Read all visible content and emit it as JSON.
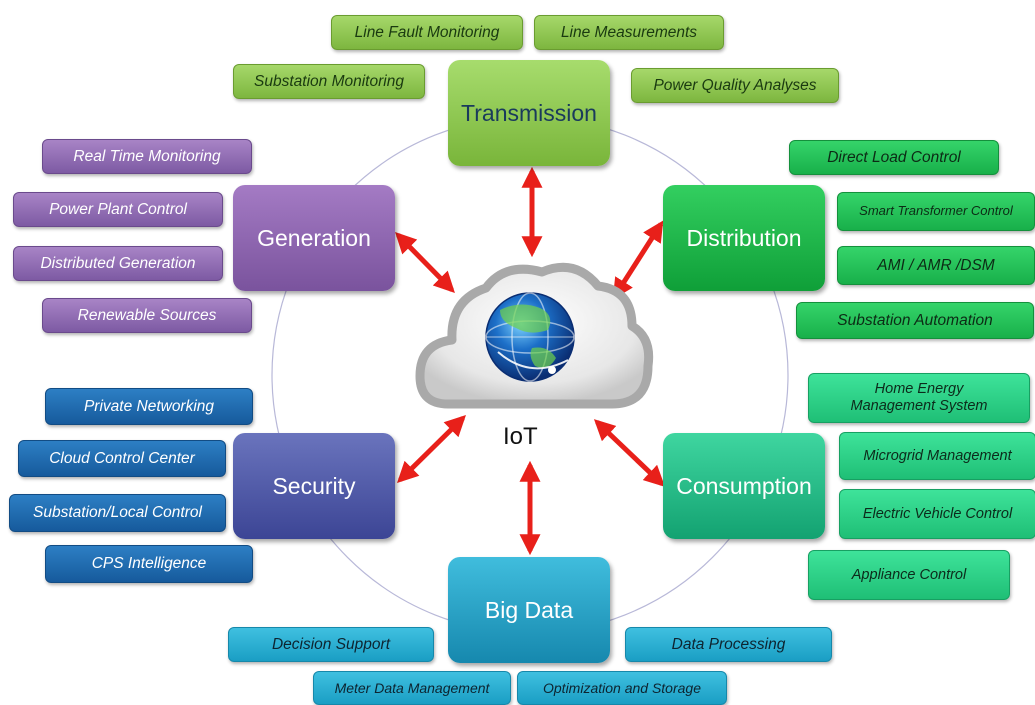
{
  "center": {
    "label": "IoT"
  },
  "hubs": {
    "transmission": {
      "label": "Transmission",
      "color": "#8ac64a"
    },
    "generation": {
      "label": "Generation",
      "color": "#8e62ae"
    },
    "distribution": {
      "label": "Distribution",
      "color": "#19b447"
    },
    "security": {
      "label": "Security",
      "color": "#4c56a6"
    },
    "consumption": {
      "label": "Consumption",
      "color": "#1fb886"
    },
    "bigdata": {
      "label": "Big Data",
      "color": "#1e9ec2"
    }
  },
  "leaves": {
    "transmission": [
      "Line Fault Monitoring",
      "Line Measurements",
      "Substation Monitoring",
      "Power Quality Analyses"
    ],
    "generation": [
      "Real Time Monitoring",
      "Power Plant Control",
      "Distributed Generation",
      "Renewable Sources"
    ],
    "distribution": [
      "Direct Load Control",
      "Smart Transformer Control",
      "AMI / AMR /DSM",
      "Substation Automation"
    ],
    "security": [
      "Private Networking",
      "Cloud Control Center",
      "Substation/Local Control",
      "CPS Intelligence"
    ],
    "consumption": [
      "Home Energy",
      "Management System",
      "Microgrid Management",
      "Electric Vehicle Control",
      "Appliance Control"
    ],
    "bigdata": [
      "Decision Support",
      "Data Processing",
      "Meter Data Management",
      "Optimization and Storage"
    ]
  },
  "colors": {
    "arrow": "#e8201a",
    "ring": "#b8b8d8"
  }
}
